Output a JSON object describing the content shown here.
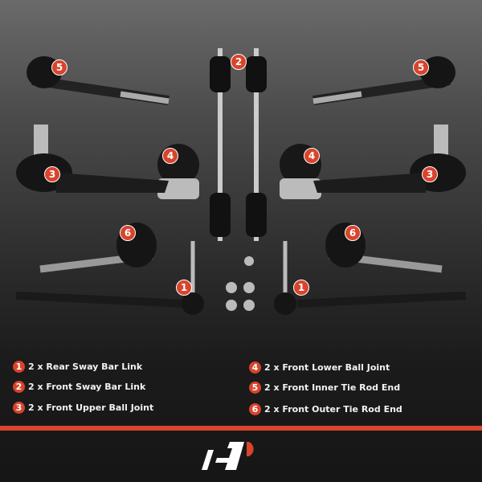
{
  "legend": [
    {
      "num": "1",
      "label": "2 x Rear Sway Bar Link"
    },
    {
      "num": "2",
      "label": "2 x Front Sway Bar Link"
    },
    {
      "num": "3",
      "label": "2 x Front Upper Ball Joint"
    },
    {
      "num": "4",
      "label": "2 x Front Lower Ball Joint"
    },
    {
      "num": "5",
      "label": "2 x Front Inner Tie Rod End"
    },
    {
      "num": "6",
      "label": "2 x Front Outer Tie Rod End"
    }
  ],
  "callouts": [
    "5",
    "2",
    "5",
    "4",
    "4",
    "3",
    "3",
    "6",
    "6",
    "1",
    "1"
  ],
  "colors": {
    "accent": "#d8442c",
    "text": "#f2f2f2",
    "background": "#1b1b1b"
  },
  "logo": "AP"
}
